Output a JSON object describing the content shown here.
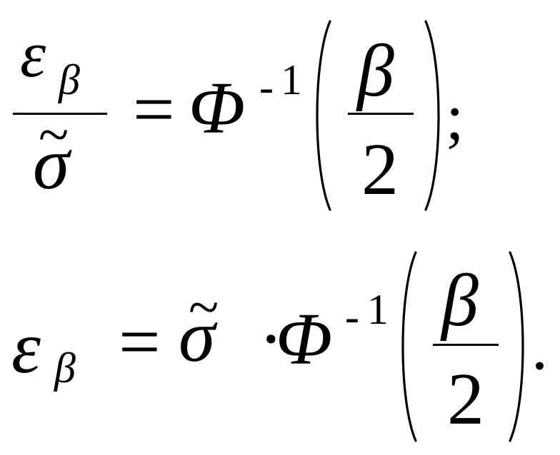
{
  "equation1": {
    "epsilon": "ε",
    "beta_sub": "β",
    "tilde": "~",
    "sigma": "σ",
    "equals": "=",
    "phi": "Φ",
    "inv_dash": "-",
    "inv_one": "1",
    "frac_num": "β",
    "frac_den": "2",
    "end": ";"
  },
  "equation2": {
    "epsilon": "ε",
    "beta_sub": "β",
    "equals": "=",
    "tilde": "~",
    "sigma": "σ",
    "dot": "·",
    "phi": "Φ",
    "inv_dash": "-",
    "inv_one": "1",
    "frac_num": "β",
    "frac_den": "2",
    "end": "."
  }
}
